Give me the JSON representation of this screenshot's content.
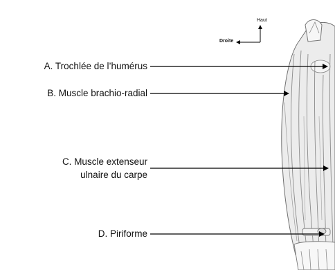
{
  "orientation": {
    "up_label": "Haut",
    "right_label": "Droite"
  },
  "labels": [
    {
      "id": "A",
      "lines": [
        "A. Trochlée de l’humérus"
      ]
    },
    {
      "id": "B",
      "lines": [
        "B. Muscle brachio-radial"
      ]
    },
    {
      "id": "C",
      "lines": [
        "C. Muscle extenseur",
        "ulnaire du carpe"
      ]
    },
    {
      "id": "D",
      "lines": [
        "D. Piriforme"
      ]
    }
  ],
  "colors": {
    "text": "#111111",
    "arrow": "#000000",
    "illustration_stroke": "#6b6b6b",
    "illustration_fill": "#e9e9e9"
  }
}
